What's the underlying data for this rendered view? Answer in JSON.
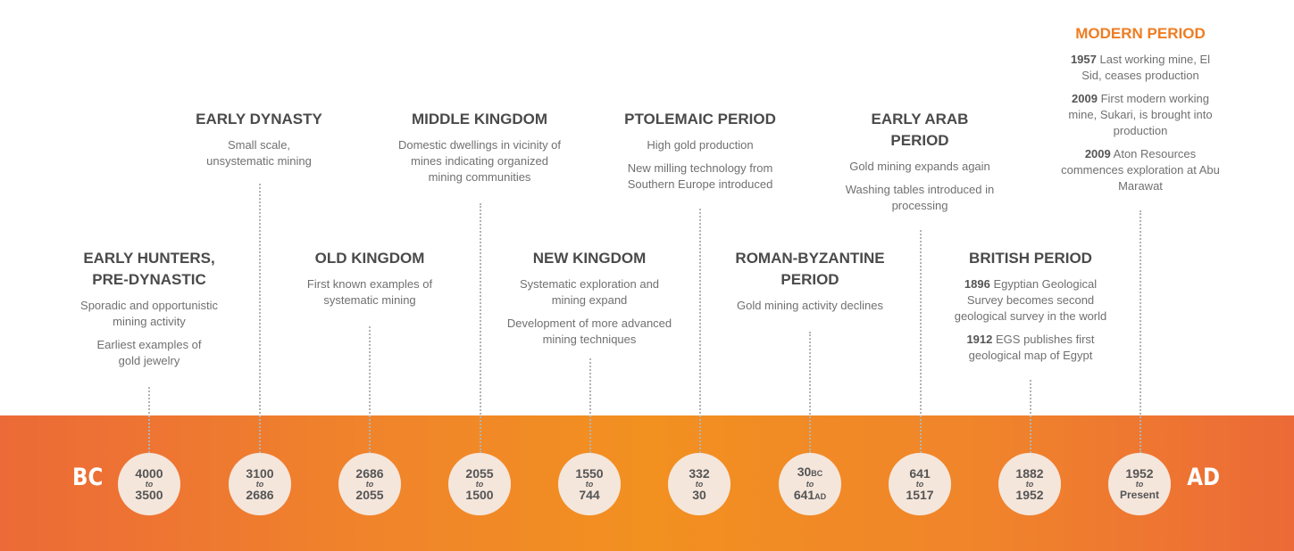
{
  "era_labels": {
    "bc": "BC",
    "ad": "AD"
  },
  "colors": {
    "band": "#f0852a",
    "circle": "#f5e6dc",
    "title": "#4a4a4a",
    "highlight": "#ee7d22"
  },
  "periods": [
    {
      "title": "EARLY HUNTERS, PRE-DYNASTIC",
      "descriptions": [
        "Sporadic and opportunistic mining activity",
        "Earliest examples of gold jewelry"
      ],
      "date_from": "4000",
      "date_to": "3500"
    },
    {
      "title": "EARLY DYNASTY",
      "descriptions": [
        "Small scale, unsystematic mining"
      ],
      "date_from": "3100",
      "date_to": "2686"
    },
    {
      "title": "OLD KINGDOM",
      "descriptions": [
        "First known examples of systematic mining"
      ],
      "date_from": "2686",
      "date_to": "2055"
    },
    {
      "title": "MIDDLE KINGDOM",
      "descriptions": [
        "Domestic dwellings in vicinity of mines indicating organized mining communities"
      ],
      "date_from": "2055",
      "date_to": "1500"
    },
    {
      "title": "NEW KINGDOM",
      "descriptions": [
        "Systematic exploration and mining expand",
        "Development of more advanced mining techniques"
      ],
      "date_from": "1550",
      "date_to": "744"
    },
    {
      "title": "PTOLEMAIC PERIOD",
      "descriptions": [
        "High gold production",
        "New milling technology from Southern Europe introduced"
      ],
      "date_from": "332",
      "date_to": "30"
    },
    {
      "title": "ROMAN-BYZANTINE PERIOD",
      "descriptions": [
        "Gold mining activity declines"
      ],
      "date_from": "30",
      "date_from_suffix": "BC",
      "date_to": "641",
      "date_to_suffix": "AD"
    },
    {
      "title": "EARLY ARAB PERIOD",
      "descriptions": [
        "Gold mining expands again",
        "Washing tables introduced in processing"
      ],
      "date_from": "641",
      "date_to": "1517"
    },
    {
      "title": "BRITISH PERIOD",
      "events": [
        {
          "year": "1896",
          "text": "Egyptian Geological Survey becomes second geological survey in the world"
        },
        {
          "year": "1912",
          "text": "EGS publishes first geological map of Egypt"
        }
      ],
      "date_from": "1882",
      "date_to": "1952"
    },
    {
      "title": "MODERN PERIOD",
      "events": [
        {
          "year": "1957",
          "text": "Last working mine, El Sid, ceases production"
        },
        {
          "year": "2009",
          "text": "First modern working mine, Sukari, is brought into production"
        },
        {
          "year": "2009",
          "text": "Aton Resources commences exploration at Abu Marawat"
        }
      ],
      "date_from": "1952",
      "date_to": "Present"
    }
  ],
  "to_word": "to"
}
